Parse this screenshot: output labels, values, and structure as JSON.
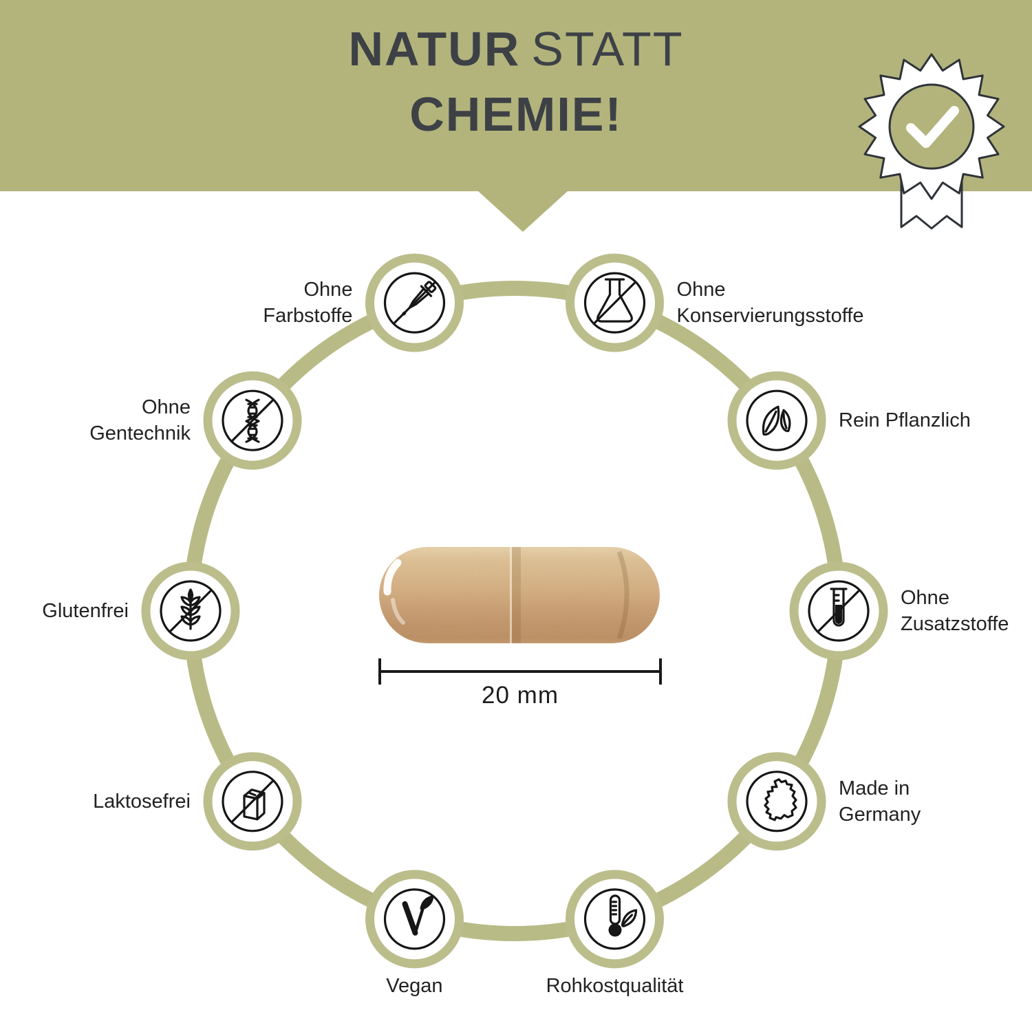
{
  "header": {
    "title_word1": "NATUR",
    "title_word2": "STATT",
    "title_line2": "CHEMIE!",
    "background_color": "#b2b47c",
    "text_color": "#3d4146",
    "seal_icon": "checkmark-seal-icon"
  },
  "ring": {
    "color": "#b9bb86",
    "badge_border_color": "#bbbd8b",
    "icon_stroke_color": "#161616"
  },
  "badges": [
    {
      "id": "ohne-farbstoffe",
      "label_lines": [
        "Ohne",
        "Farbstoffe"
      ],
      "icon": "dropper-icon",
      "crossed": true
    },
    {
      "id": "ohne-konservierungsstoffe",
      "label_lines": [
        "Ohne",
        "Konservierungsstoffe"
      ],
      "icon": "flask-icon",
      "crossed": true
    },
    {
      "id": "rein-pflanzlich",
      "label_lines": [
        "Rein Pflanzlich"
      ],
      "icon": "leaves-icon",
      "crossed": false
    },
    {
      "id": "ohne-zusatzstoffe",
      "label_lines": [
        "Ohne",
        "Zusatzstoffe"
      ],
      "icon": "test-tube-icon",
      "crossed": true
    },
    {
      "id": "made-in-germany",
      "label_lines": [
        "Made in",
        "Germany"
      ],
      "icon": "germany-map-icon",
      "crossed": false
    },
    {
      "id": "rohkostqualitaet",
      "label_lines": [
        "Rohkostqualität"
      ],
      "icon": "thermometer-leaf-icon",
      "crossed": false
    },
    {
      "id": "vegan",
      "label_lines": [
        "Vegan"
      ],
      "icon": "vegan-icon",
      "crossed": false
    },
    {
      "id": "laktosefrei",
      "label_lines": [
        "Laktosefrei"
      ],
      "icon": "milk-carton-icon",
      "crossed": true
    },
    {
      "id": "glutenfrei",
      "label_lines": [
        "Glutenfrei"
      ],
      "icon": "wheat-icon",
      "crossed": true
    },
    {
      "id": "ohne-gentechnik",
      "label_lines": [
        "Ohne",
        "Gentechnik"
      ],
      "icon": "dna-icon",
      "crossed": true
    }
  ],
  "center": {
    "capsule_description": "beige speckled supplement capsule",
    "measurement_label": "20 mm"
  }
}
